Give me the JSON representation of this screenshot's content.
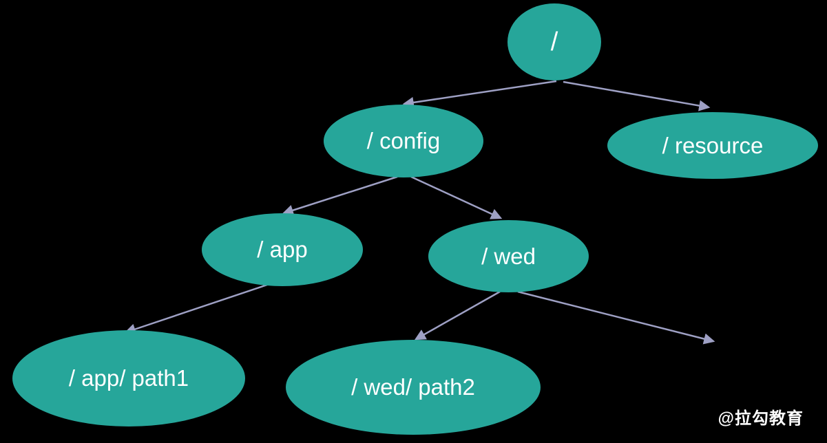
{
  "diagram": {
    "type": "tree",
    "description": "Hierarchical path tree on black background with teal ellipse nodes",
    "colors": {
      "background": "#000000",
      "node_fill": "#26A69A",
      "node_text": "#FFFFFF",
      "arrow": "#9EA0C4"
    },
    "nodes": [
      {
        "id": "root",
        "label": "/"
      },
      {
        "id": "config",
        "label": "/ config"
      },
      {
        "id": "resource",
        "label": "/ resource"
      },
      {
        "id": "app",
        "label": "/ app"
      },
      {
        "id": "wed",
        "label": "/ wed"
      },
      {
        "id": "app-path1",
        "label": "/ app/ path1"
      },
      {
        "id": "wed-path2",
        "label": "/ wed/ path2"
      }
    ],
    "edges": [
      {
        "from": "root",
        "to": "config"
      },
      {
        "from": "root",
        "to": "resource"
      },
      {
        "from": "config",
        "to": "app"
      },
      {
        "from": "config",
        "to": "wed"
      },
      {
        "from": "app",
        "to": "app-path1"
      },
      {
        "from": "wed",
        "to": "wed-path2"
      },
      {
        "from": "wed",
        "to": "offscreen-right"
      }
    ],
    "watermark": "@拉勾教育"
  }
}
